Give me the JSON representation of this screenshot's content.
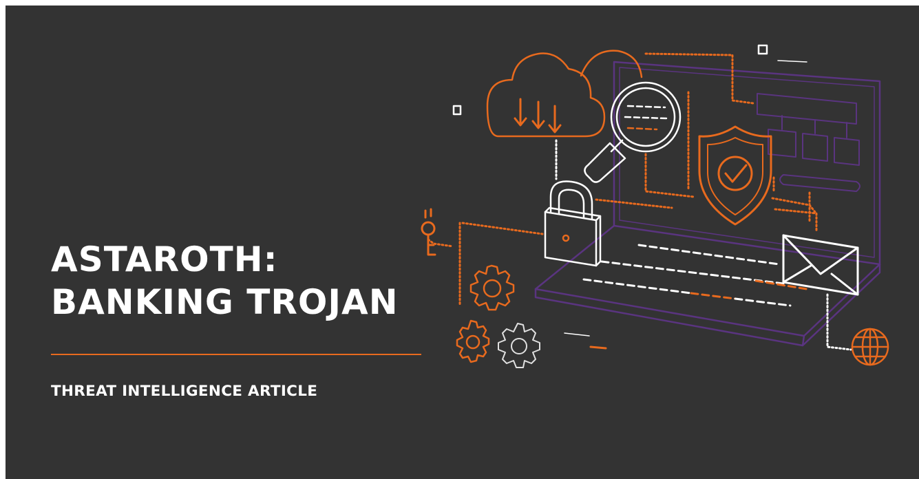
{
  "headline": {
    "line1": "ASTAROTH:",
    "line2": "BANKING TROJAN"
  },
  "subheading": "THREAT INTELLIGENCE ARTICLE",
  "colors": {
    "background": "#333333",
    "accent_orange": "#e86a1e",
    "laptop_purple": "#5a3480",
    "text_white": "#ffffff"
  },
  "illustration": {
    "icons": [
      "laptop-icon",
      "cloud-download-icon",
      "magnifying-glass-icon",
      "padlock-icon",
      "key-icon",
      "shield-check-icon",
      "envelope-icon",
      "gears-icon",
      "globe-icon"
    ]
  }
}
